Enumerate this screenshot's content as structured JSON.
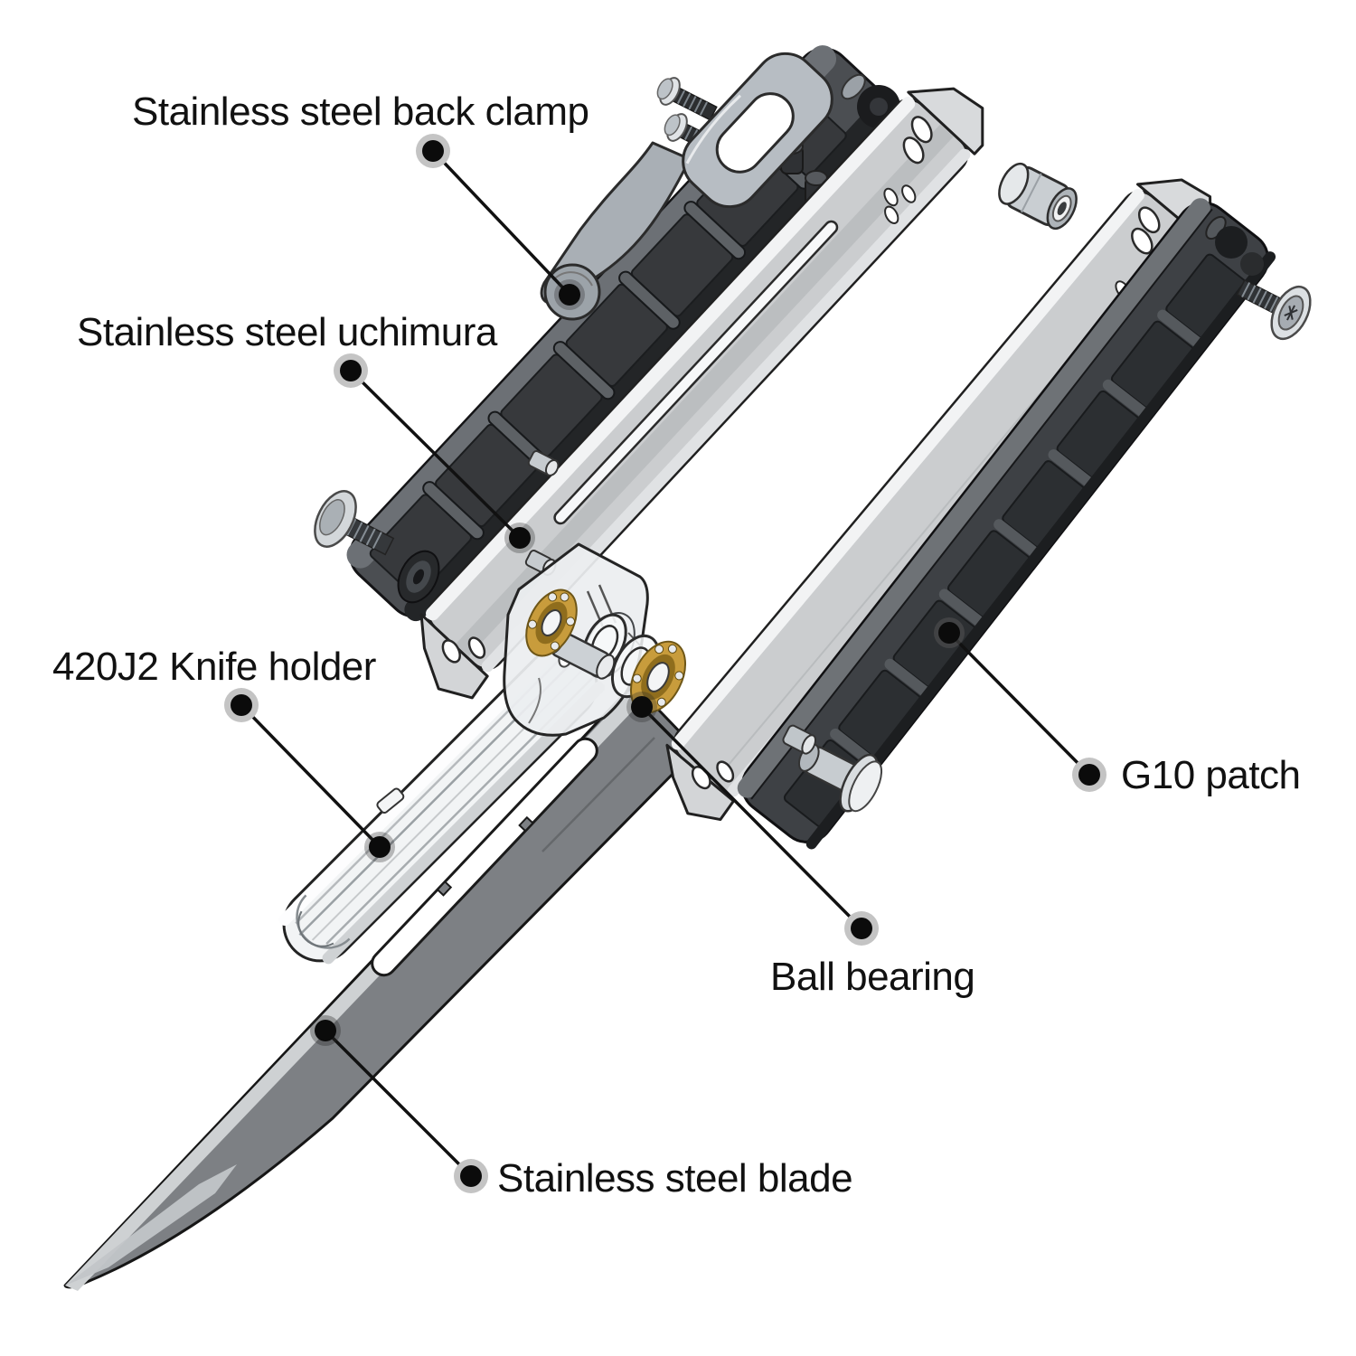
{
  "diagram": {
    "kind": "exploded-parts-diagram",
    "background": "#ffffff"
  },
  "labels": [
    {
      "id": "back-clamp",
      "text": "Stainless steel back clamp"
    },
    {
      "id": "uchimura",
      "text": "Stainless steel uchimura"
    },
    {
      "id": "knife-holder",
      "text": "420J2 Knife holder"
    },
    {
      "id": "g10-patch",
      "text": "G10 patch"
    },
    {
      "id": "ball-bearing",
      "text": "Ball bearing"
    },
    {
      "id": "blade",
      "text": "Stainless steel blade"
    }
  ],
  "colors": {
    "background": "#ffffff",
    "scale_dark": "#3e4145",
    "scale_mid": "#4b4e52",
    "panel_dark": "#37393c",
    "liner": "#cbcdcf",
    "liner_highlight": "#f2f3f4",
    "holder": "#eff1f2",
    "blade": "#7d8084",
    "blade_spine": "#ced1d3",
    "brass": "#c89c3c",
    "brass_race": "#8f6d1d",
    "steel": "#b7bdc3",
    "steel_light": "#ccd1d5",
    "leader_line": "#111111",
    "marker_dot": "#0b0b0b",
    "marker_halo": "#c4c4c4",
    "label_text": "#111111"
  }
}
